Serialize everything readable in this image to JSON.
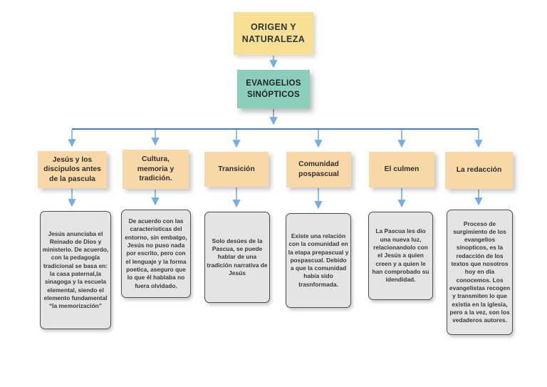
{
  "diagram": {
    "root": {
      "label": "ORIGEN Y\nNATURALEZA"
    },
    "main": {
      "label": "EVANGELIOS\nSINÓPTICOS"
    },
    "columns": [
      {
        "title": "Jesús y los\ndiscipulos antes\nde la pascula",
        "body": "Jesús anunciaba el Reinado de Dios y ministerio. De acuerdo, con la pedagogía tradicional se basa en: la casa paternal,la sinagoga y la escuela elemental, siendo el elemento fundamental “la memorización”"
      },
      {
        "title": "Cultura,\nmemoria y\ntradición.",
        "body": "De acuerdo con las caracteristicas del entorno, sin embatgo, Jesús no puso nada por escrito, pero con el lenguaje y la forma poetica, aseguro que lo que él hablaba no fuera olvidado."
      },
      {
        "title": "Transición",
        "body": "Solo desúes de la Pascua, se puede hablar de una tradición narrativa de Jesús"
      },
      {
        "title": "Comunidad\npospascual",
        "body": "Existe una relación con la comunidad en la etapa prepascual y pospascual. Debido a que la comunidad había sido trasnformada."
      },
      {
        "title": "El culmen",
        "body": "La Pascua les dio una nueva luz, relacionandolo con el Jesús a quien creen y a quien le han comprobado su idendidad."
      },
      {
        "title": "La redacción",
        "body": "Proceso de surgimiento de los evangelios sinopticos, es la redacción de los textos que nosotros hoy en día conocemos. Los evangelistas recogen y transmiten lo que existia en la iglesia, pero a la vez, son los vedaderos autores."
      }
    ]
  },
  "colors": {
    "yellow": "#F7DF94",
    "teal": "#8BCEBC",
    "orange": "#F8D8A6",
    "gray-fill": "#E4E4E4",
    "gray-border": "#4D4D4D",
    "line-dark": "#3E7EC1",
    "line-light": "#74AFE2",
    "text-dark": "#33333B",
    "text-body": "#3A3A3A"
  }
}
